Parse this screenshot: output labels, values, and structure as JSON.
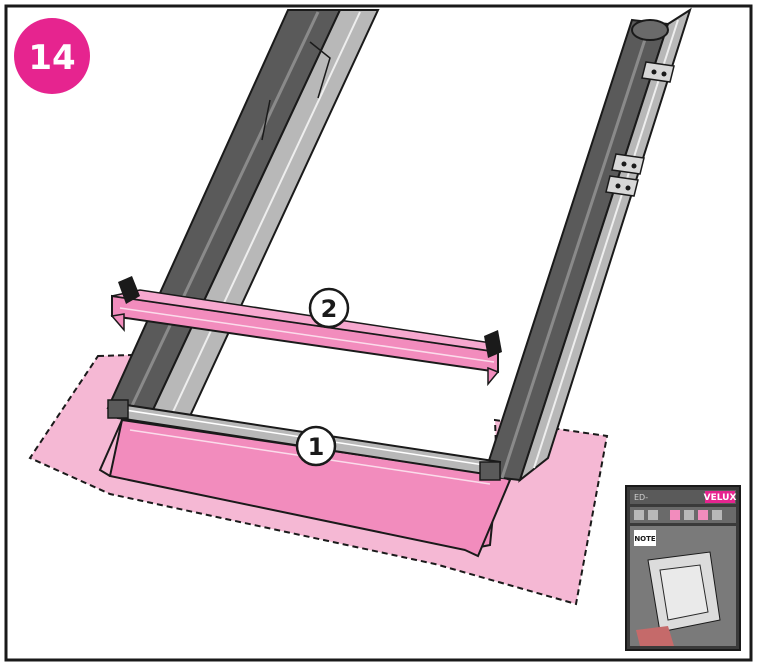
{
  "step": {
    "number": "14",
    "badge_color": "#e6248f"
  },
  "callouts": [
    {
      "id": 1,
      "label": "1"
    },
    {
      "id": 2,
      "label": "2"
    }
  ],
  "package": {
    "code": "ED-",
    "brand": "VELUX",
    "stamp": "NOTE"
  },
  "colors": {
    "flashing_pink": "#f5b8d4",
    "part_pink": "#f28cbd",
    "frame_dark": "#5a5a5a",
    "frame_light": "#b8b8b8",
    "outline": "#1a1a1a"
  }
}
